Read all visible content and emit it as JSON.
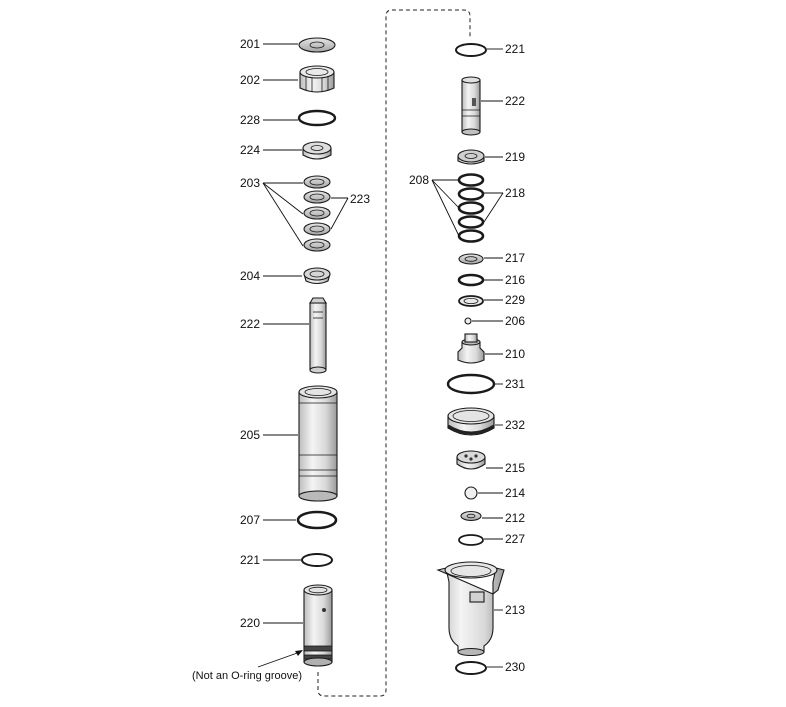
{
  "diagram": {
    "left_column_labels": [
      "201",
      "202",
      "228",
      "224",
      "203",
      "223",
      "204",
      "222",
      "205",
      "207",
      "221",
      "220"
    ],
    "right_column_labels": [
      "221",
      "222",
      "219",
      "208",
      "218",
      "217",
      "216",
      "229",
      "206",
      "210",
      "231",
      "232",
      "215",
      "214",
      "212",
      "227",
      "213",
      "230"
    ],
    "note": "(Not an O-ring groove)"
  },
  "colors": {
    "part_fill_light": "#f2f2f2",
    "part_fill_mid": "#cfcfcf",
    "part_fill_dark": "#8a8a8a",
    "line": "#1a1a1a"
  }
}
